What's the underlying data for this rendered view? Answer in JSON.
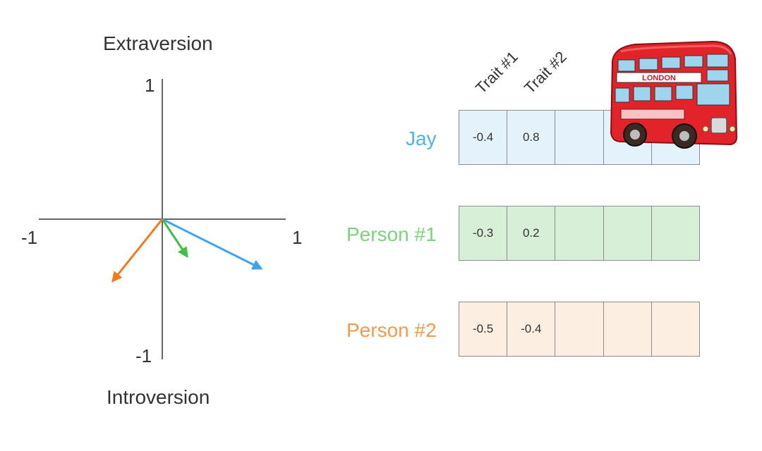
{
  "axis": {
    "top_label": "Extraversion",
    "bottom_label": "Introversion",
    "tick_y_top": "1",
    "tick_y_bottom": "-1",
    "tick_x_left": "-1",
    "tick_x_right": "1"
  },
  "columns": [
    "Trait #1",
    "Trait #2"
  ],
  "rows": [
    {
      "label": "Jay",
      "values": [
        "-0.4",
        "0.8",
        "",
        "",
        ""
      ],
      "text_color": "#4fb3ea",
      "fill": "#e4f3fb"
    },
    {
      "label": "Person #1",
      "values": [
        "-0.3",
        "0.2",
        "",
        "",
        ""
      ],
      "text_color": "#7dd37d",
      "fill": "#d7eed7"
    },
    {
      "label": "Person #2",
      "values": [
        "-0.5",
        "-0.4",
        "",
        "",
        ""
      ],
      "text_color": "#f39a4c",
      "fill": "#fcefe2"
    }
  ],
  "vectors": [
    {
      "name": "Jay",
      "x": 0.8,
      "y": -0.4,
      "color": "#3aa5ee"
    },
    {
      "name": "Person #1",
      "x": 0.2,
      "y": -0.3,
      "color": "#40c040"
    },
    {
      "name": "Person #2",
      "x": -0.4,
      "y": -0.5,
      "color": "#f27a1e"
    }
  ],
  "bus": {
    "sign_text": "LONDON",
    "body_color": "#e3232a"
  }
}
